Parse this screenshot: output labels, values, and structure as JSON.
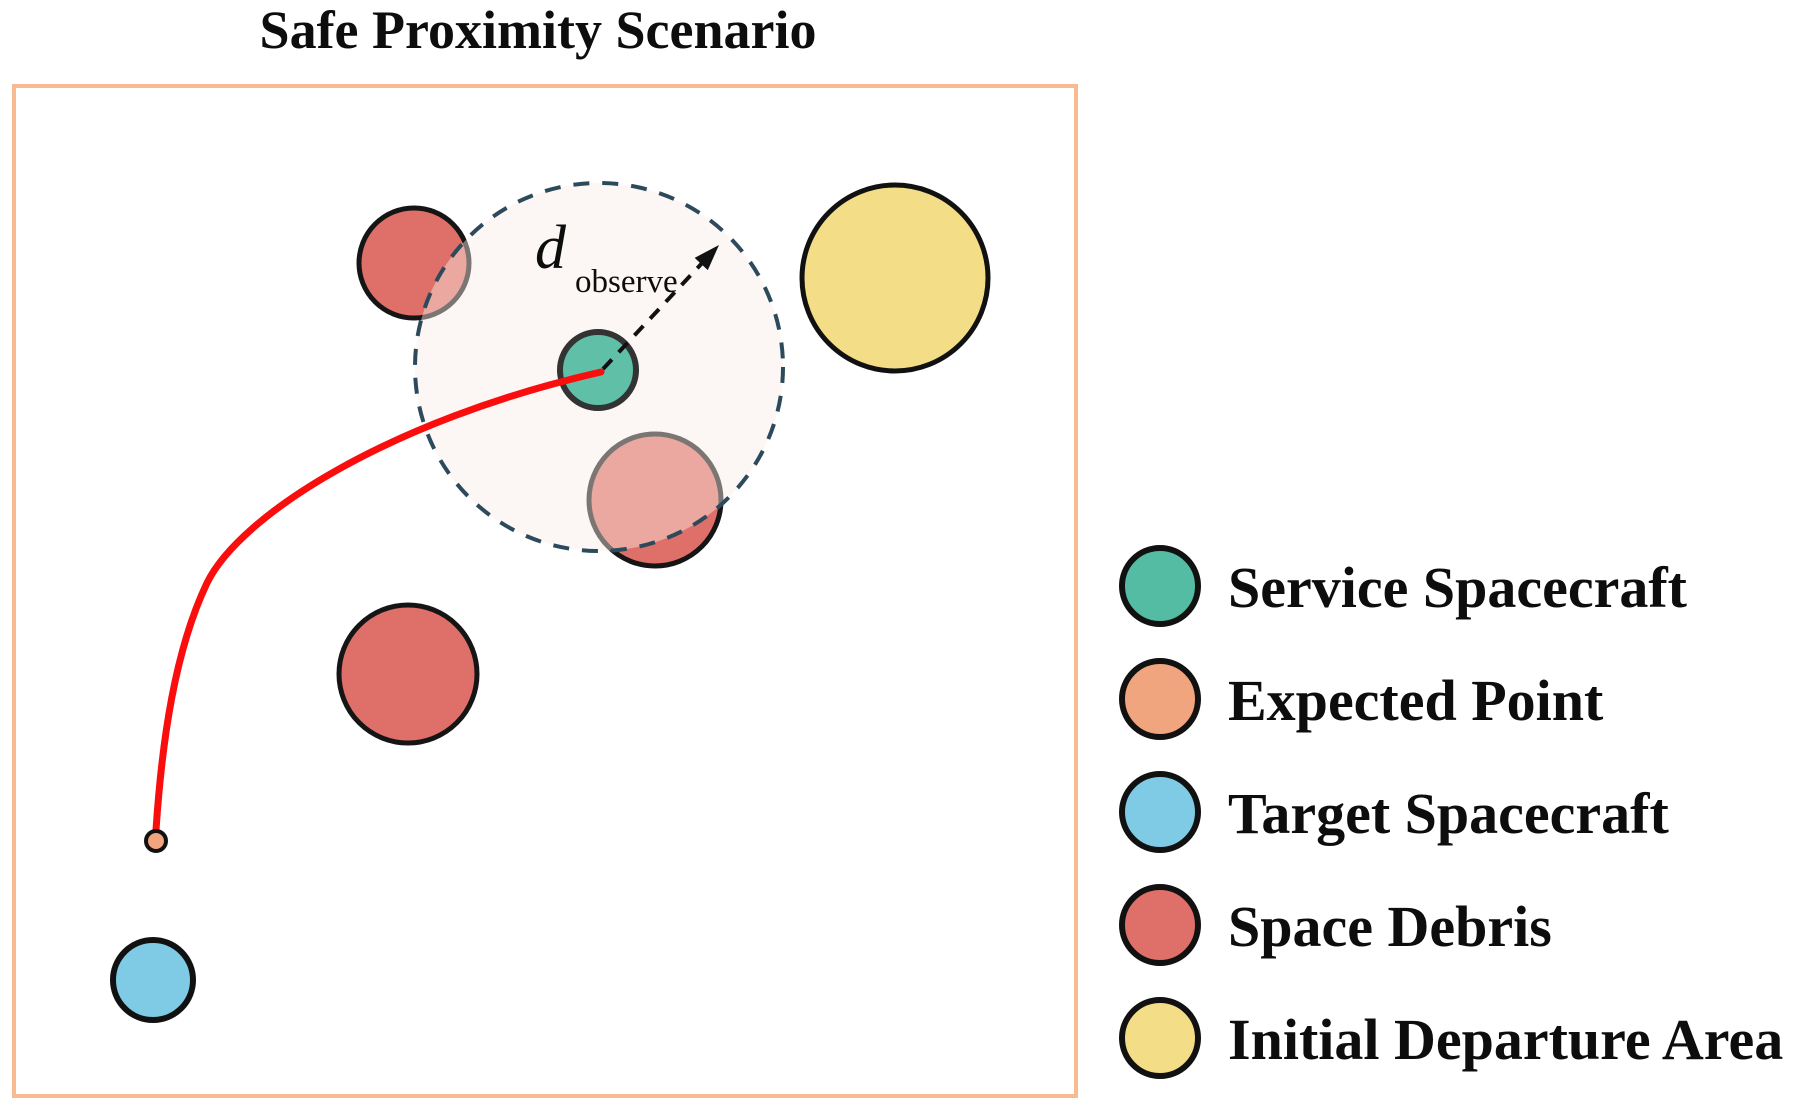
{
  "title": "Safe Proximity Scenario",
  "diagram": {
    "observe_label": {
      "base": "d",
      "sub": "observe"
    }
  },
  "legend": {
    "items": [
      {
        "label": "Service Spacecraft",
        "color": "#55BCA4"
      },
      {
        "label": "Expected Point",
        "color": "#F0A57E"
      },
      {
        "label": "Target Spacecraft",
        "color": "#7FCAE4"
      },
      {
        "label": "Space Debris",
        "color": "#DF7069"
      },
      {
        "label": "Initial Departure Area",
        "color": "#F3DD86"
      }
    ]
  },
  "colors": {
    "service_spacecraft": "#5FBFA7",
    "expected_point": "#F0A57E",
    "target_spacecraft": "#7FCAE4",
    "space_debris": "#DF7069",
    "departure_area": "#F3DD86",
    "observe_circle_stroke": "#2C4A5C",
    "observe_circle_fill": "#F8EDE7",
    "trajectory": "#FA0D0D",
    "boundary_border": "#F8BB91",
    "outline": "#111111"
  }
}
